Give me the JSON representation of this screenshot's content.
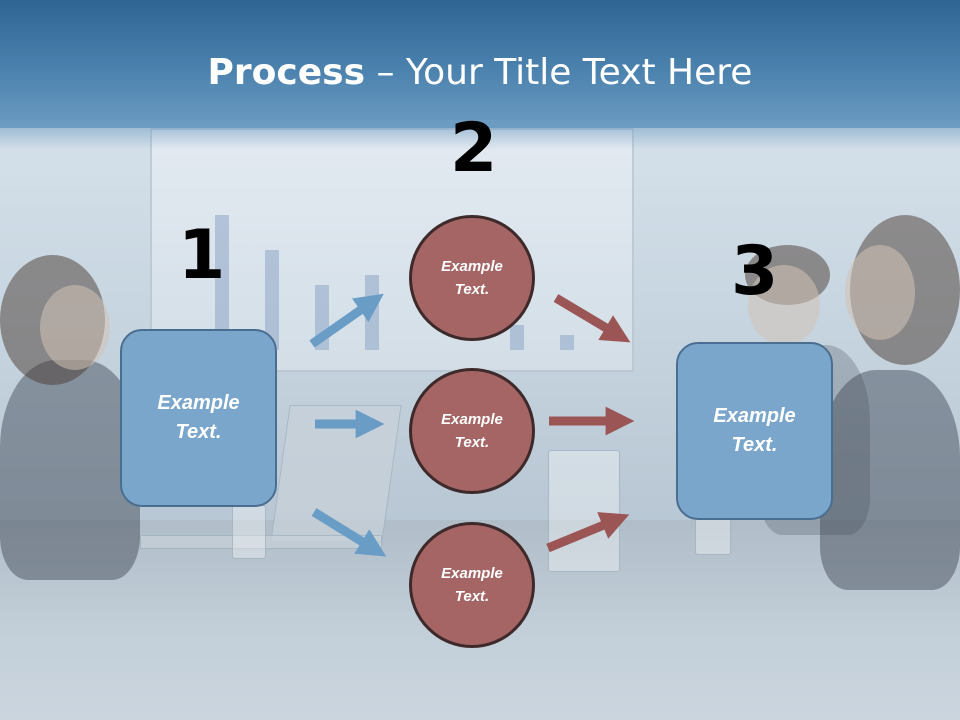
{
  "title": {
    "bold": "Process",
    "rest": " – Your Title Text Here"
  },
  "steps": {
    "one": {
      "number": "1",
      "label_line1": "Example",
      "label_line2": "Text."
    },
    "two": {
      "number": "2"
    },
    "three": {
      "number": "3",
      "label_line1": "Example",
      "label_line2": "Text."
    }
  },
  "circles": [
    {
      "line1": "Example",
      "line2": "Text."
    },
    {
      "line1": "Example",
      "line2": "Text."
    },
    {
      "line1": "Example",
      "line2": "Text."
    }
  ],
  "colors": {
    "header": "#4b82ae",
    "box_fill": "#7aa6cb",
    "circle_fill": "#a46564",
    "arrow_blue": "#6a9dc6",
    "arrow_red": "#9b5555"
  }
}
